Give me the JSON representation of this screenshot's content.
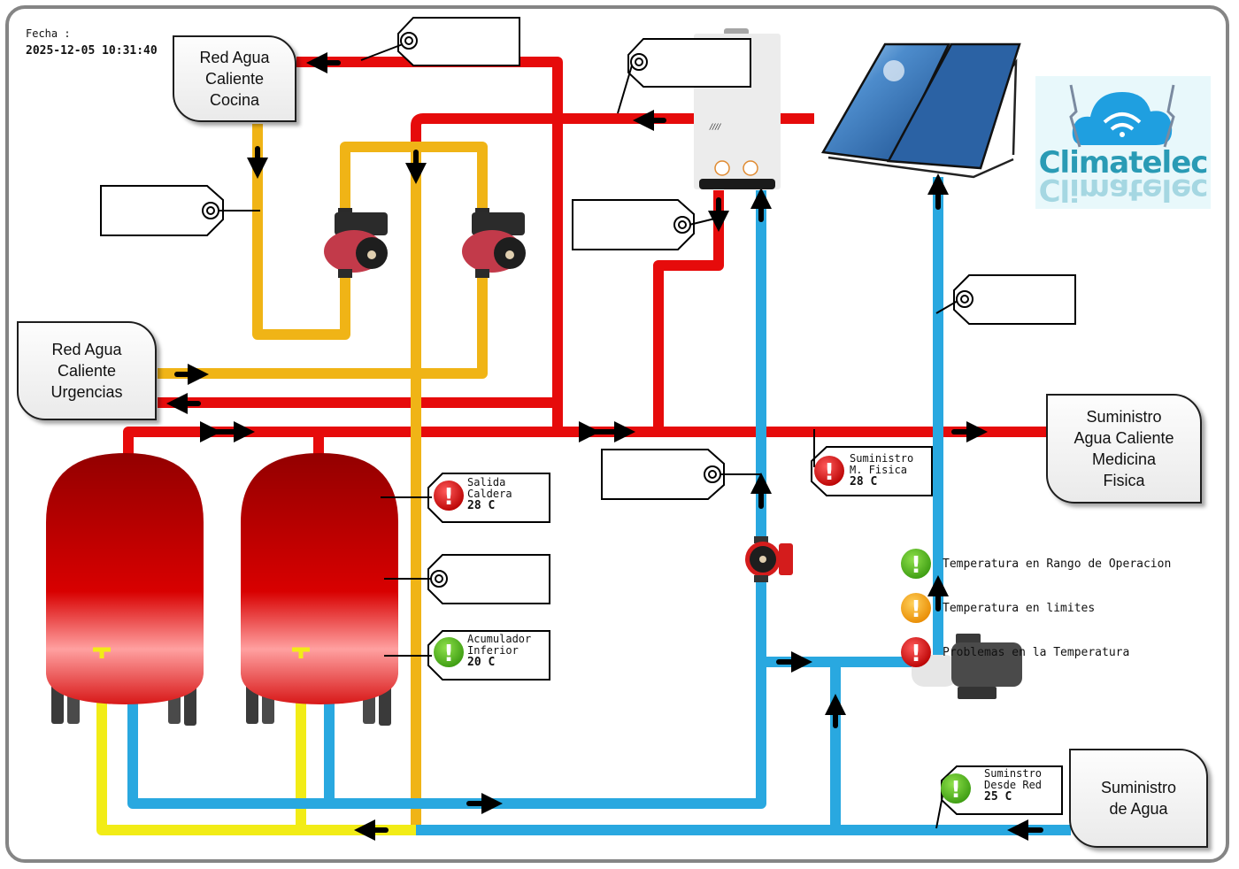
{
  "header": {
    "date_label": "Fecha :",
    "date_value": "2025-12-05 10:31:40"
  },
  "logo": {
    "brand_name": "Climatelec",
    "icon": "cloud-wifi-icon"
  },
  "destinations": {
    "cocina": "Red Agua\nCaliente\nCocina",
    "urgencias": "Red Agua\nCaliente\nUrgencias",
    "medicina_fisica": "Suministro\nAgua Caliente\nMedicina\nFisica",
    "suministro_agua": "Suministro\nde Agua"
  },
  "sensors": [
    {
      "id": "salida-caldera",
      "line1": "Salida",
      "line2": "Caldera",
      "value": "28 C",
      "status": "problem",
      "status_color": "#d10a0a"
    },
    {
      "id": "acumulador-inferior",
      "line1": "Acumulador",
      "line2": "Inferior",
      "value": "20 C",
      "status": "ok",
      "status_color": "#4cb51a"
    },
    {
      "id": "suministro-m-fisica",
      "line1": "Suministro",
      "line2": "M. Fisica",
      "value": "28 C",
      "status": "problem",
      "status_color": "#d10a0a"
    },
    {
      "id": "suministro-desde-red",
      "line1": "Suminstro",
      "line2": "Desde Red",
      "value": "25 C",
      "status": "ok",
      "status_color": "#4cb51a"
    }
  ],
  "legend": [
    {
      "label": "Temperatura en Rango de Operacion",
      "color": "#4cb51a",
      "status": "ok"
    },
    {
      "label": "Temperatura en limites",
      "color": "#f39a0b",
      "status": "warning"
    },
    {
      "label": "Problemas en la Temperatura",
      "color": "#d10a0a",
      "status": "problem"
    }
  ],
  "colors": {
    "hot_pipe": "#e60b0b",
    "recirculation_pipe": "#f0b416",
    "cold_pipe": "#29a8e0",
    "coil_pipe": "#f2ec16",
    "tank": "#c40000",
    "frame": "#858585"
  },
  "equipment": {
    "water_heater": "water-heater-icon",
    "solar_panel": "solar-collector-icon",
    "pumps": [
      "circulator-pump-icon",
      "circulator-pump-icon",
      "circulator-pump-icon"
    ],
    "booster_pump": "booster-pump-icon",
    "tanks": [
      "storage-tank-icon",
      "storage-tank-icon"
    ]
  }
}
